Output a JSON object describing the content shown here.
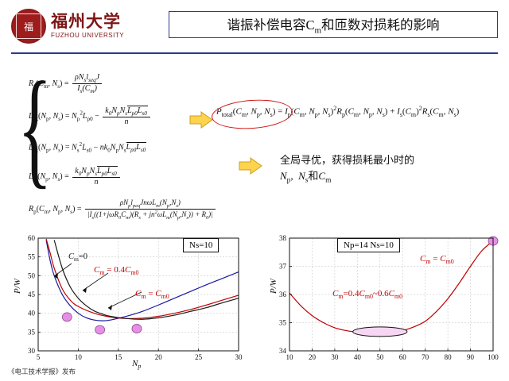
{
  "header": {
    "logo_cn": "福州大学",
    "logo_en": "FUZHOU UNIVERSITY",
    "seal_glyph": "福",
    "title_pre": "谐振补偿电容C",
    "title_sub": "m",
    "title_post": "和匝数对损耗的影响"
  },
  "equations": {
    "eq1_lhs": "R",
    "eq1_lhs_sub": "s",
    "eq1_args": "(C",
    "eq1_text": "R_s(C_m, N_s) = ρ N_s l_sq J / I_s(C_m)",
    "eq2_text": "L_sk(N_p, N_s) = N_p^2 L_p0 − (k_0 N_p N_s √(L_p0 L_s0))/n",
    "eq3_text": "L_sk(N_p, N_s) = N_s^2 L_s0 − n k_0 N_p N_s √(L_p0 L_s0)",
    "eq4_text": "L_m(N_p, N_s) = k_0 N_p N_s √(L_p0 L_s0) / n",
    "eq5_text": "R_p(C_m, N_p, N_s) = ρ N_p l_peq J n ω L_m(N_p,N_s) / |I_s((1+jωR_0C_m)(R_s + jn^2 ωL_m(N_p,N_s)) + R_0)|"
  },
  "total_formula": {
    "text": "P_total(C_m, N_p, N_s) = I_p(C_m, N_p, N_s)^2 R_p(C_m, N_p, N_s) + I_s(C_m)^2 R_s(C_m, N_s)"
  },
  "optimization_note": {
    "line1": "全局寻优，获得损耗最小时的",
    "line2": "N_p, N_s 和 C_m"
  },
  "chart_left": {
    "type": "line",
    "title": "",
    "xlabel": "Np",
    "ylabel": "P/W",
    "xlim": [
      5,
      30
    ],
    "ylim": [
      30,
      60
    ],
    "xticks": [
      5,
      10,
      15,
      20,
      25,
      30
    ],
    "yticks": [
      30,
      35,
      40,
      45,
      50,
      55,
      60
    ],
    "grid": true,
    "legend_position": "inline-annotations",
    "boxed_label": "Ns=10",
    "annotations": [
      {
        "text": "Cm=0",
        "color": "#111111"
      },
      {
        "text": "Cm = 0.4Cm0",
        "color": "#c00000"
      },
      {
        "text": "Cm = Cm0",
        "color": "#c00000"
      }
    ],
    "series": [
      {
        "name": "Cm=0",
        "color": "#1a1aa0",
        "x": [
          6,
          6.5,
          7,
          8,
          9,
          10,
          11,
          12,
          13,
          14,
          16,
          18,
          20,
          22,
          24,
          26,
          28,
          30
        ],
        "values": [
          59.5,
          54,
          50,
          45,
          42,
          40,
          38.8,
          38.2,
          38.0,
          38.2,
          39.2,
          40.5,
          42.2,
          44.0,
          45.8,
          47.6,
          49.3,
          51.0
        ]
      },
      {
        "name": "Cm = 0.4Cm0",
        "color": "#c00000",
        "x": [
          6,
          6.5,
          7,
          8,
          9,
          10,
          12,
          14,
          16,
          18,
          20,
          22,
          24,
          26,
          28,
          30
        ],
        "values": [
          59.8,
          56,
          52,
          46.5,
          43.5,
          41.8,
          40.0,
          39.0,
          38.6,
          38.7,
          39.2,
          40.0,
          41.0,
          42.2,
          43.5,
          44.8
        ]
      },
      {
        "name": "Cm = Cm0",
        "color": "#1a1a1a",
        "x": [
          7,
          8,
          9,
          10,
          11,
          12,
          13,
          14,
          16,
          18,
          20,
          22,
          24,
          26,
          28,
          30
        ],
        "values": [
          59.5,
          52,
          47,
          44,
          42,
          40.6,
          39.8,
          39.2,
          38.6,
          38.4,
          38.8,
          39.5,
          40.5,
          41.5,
          42.8,
          44.0
        ]
      }
    ],
    "markers": [
      {
        "x": 8.6,
        "y": 39.0,
        "color": "#e78fe7"
      },
      {
        "x": 12.7,
        "y": 35.6,
        "color": "#e78fe7"
      },
      {
        "x": 17.3,
        "y": 35.9,
        "color": "#e78fe7"
      }
    ]
  },
  "chart_right": {
    "type": "line",
    "xlabel": "",
    "ylabel": "P/W",
    "xlim": [
      10,
      100
    ],
    "ylim": [
      34,
      38
    ],
    "xticks": [
      10,
      20,
      30,
      40,
      50,
      60,
      70,
      80,
      90,
      100
    ],
    "yticks": [
      34,
      35,
      36,
      37,
      38
    ],
    "grid": true,
    "boxed_label": "Np=14  Ns=10",
    "annotations": [
      {
        "text": "Cm = Cm0",
        "color": "#c00000"
      },
      {
        "text": "Cm=0.4Cm0~0.6Cm0",
        "color": "#c00000"
      }
    ],
    "series": [
      {
        "name": "P/W",
        "color": "#c00000",
        "x": [
          10,
          15,
          20,
          25,
          30,
          35,
          40,
          45,
          50,
          55,
          60,
          65,
          70,
          75,
          80,
          85,
          90,
          95,
          100
        ],
        "values": [
          36.05,
          35.6,
          35.25,
          35.0,
          34.82,
          34.72,
          34.66,
          34.63,
          34.63,
          34.66,
          34.72,
          34.85,
          35.05,
          35.4,
          35.85,
          36.4,
          37.0,
          37.55,
          37.9
        ]
      }
    ],
    "markers": [
      {
        "x": 100,
        "y": 37.9,
        "color": "#e78fe7"
      }
    ],
    "highlight_ellipse": {
      "x_range": [
        38,
        62
      ],
      "y": 34.68
    }
  },
  "footer": {
    "text": "《电工技术学报》发布"
  }
}
